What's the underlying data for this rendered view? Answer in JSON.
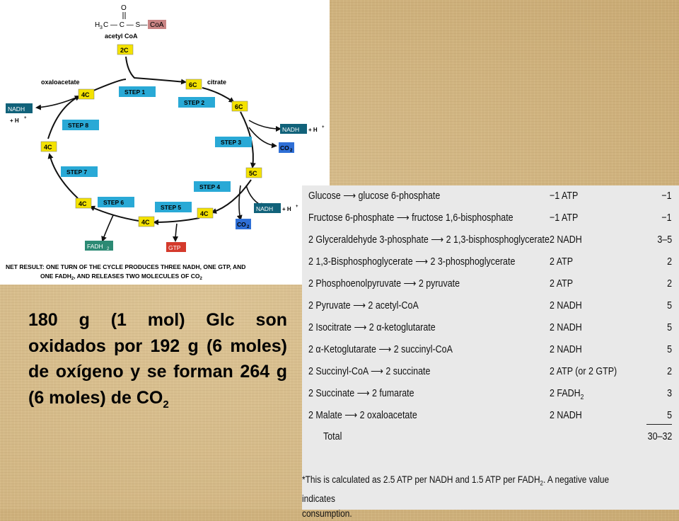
{
  "diagram": {
    "acetyl_formula_left": "H",
    "acetyl_formula_sub3": "3",
    "acetyl_formula_mid": "C — C — S—",
    "acetyl_coa_tag": "CoA",
    "acetyl_carbonyl": "O",
    "acetyl_name": "acetyl CoA",
    "oxaloacetate": "oxaloacetate",
    "citrate": "citrate",
    "carbons": {
      "c2": "2C",
      "c6a": "6C",
      "c6b": "6C",
      "c5": "5C",
      "c4a": "4C",
      "c4b": "4C",
      "c4c": "4C",
      "c4d": "4C",
      "c4e": "4C"
    },
    "steps": [
      "STEP 1",
      "STEP 2",
      "STEP 3",
      "STEP 4",
      "STEP 5",
      "STEP 6",
      "STEP 7",
      "STEP 8"
    ],
    "nadh": "NADH",
    "h_plus": "+ H",
    "plus_sign": "+",
    "co2_main": "CO",
    "co2_sub": "2",
    "fadh2_main": "FADH",
    "fadh2_sub": "2",
    "gtp": "GTP",
    "net_result_line1": "NET RESULT: ONE TURN OF THE CYCLE PRODUCES THREE NADH, ONE GTP, AND",
    "net_result_line2_a": "ONE FADH",
    "net_result_line2_sub": "2",
    "net_result_line2_b": ", AND RELEASES TWO MOLECULES OF CO",
    "net_result_line2_sub2": "2",
    "colors": {
      "carbon_box": "#f4e200",
      "step_box": "#29a9d6",
      "nadh_box": "#11627a",
      "co2_box": "#2f6fd6",
      "fadh_box": "#2c8a74",
      "gtp_box": "#d43a2c",
      "coa_box": "#c98484"
    }
  },
  "statement": {
    "text": "180 g (1 mol) Glc son oxidados por 192 g (6 moles) de oxígeno y se forman 264 g (6 moles) de CO",
    "sub": "2"
  },
  "table": {
    "rows": [
      {
        "reaction": "Glucose ⟶ glucose 6-phosphate",
        "product": "−1 ATP",
        "yield": "−1"
      },
      {
        "reaction": "Fructose 6-phosphate ⟶ fructose 1,6-bisphosphate",
        "product": "−1 ATP",
        "yield": "−1"
      },
      {
        "reaction": "2 Glyceraldehyde 3-phosphate ⟶ 2 1,3-bisphosphoglycerate",
        "product": "2 NADH",
        "yield": "3–5"
      },
      {
        "reaction": "2 1,3-Bisphosphoglycerate ⟶ 2 3-phosphoglycerate",
        "product": "2 ATP",
        "yield": "2"
      },
      {
        "reaction": "2 Phosphoenolpyruvate ⟶ 2 pyruvate",
        "product": "2 ATP",
        "yield": "2"
      },
      {
        "reaction": "2 Pyruvate ⟶ 2 acetyl-CoA",
        "product": "2 NADH",
        "yield": "5"
      },
      {
        "reaction": "2 Isocitrate ⟶ 2 α-ketoglutarate",
        "product": "2 NADH",
        "yield": "5"
      },
      {
        "reaction": "2 α-Ketoglutarate ⟶ 2 succinyl-CoA",
        "product": "2 NADH",
        "yield": "5"
      },
      {
        "reaction": "2 Succinyl-CoA ⟶ 2 succinate",
        "product": "2 ATP (or 2 GTP)",
        "yield": "2"
      },
      {
        "reaction": "2 Succinate ⟶ 2 fumarate",
        "product": "2 FADH",
        "product_sub": "2",
        "yield": "3"
      },
      {
        "reaction": "2 Malate ⟶ 2 oxaloacetate",
        "product": "2 NADH",
        "yield": "5"
      }
    ],
    "total_label": "Total",
    "total_value": "30–32",
    "footnote_line1_a": "*This is calculated as 2.5 ATP per NADH and 1.5 ATP per FADH",
    "footnote_line1_sub": "2",
    "footnote_line1_b": ". A negative value indicates",
    "footnote_line2": "consumption."
  }
}
